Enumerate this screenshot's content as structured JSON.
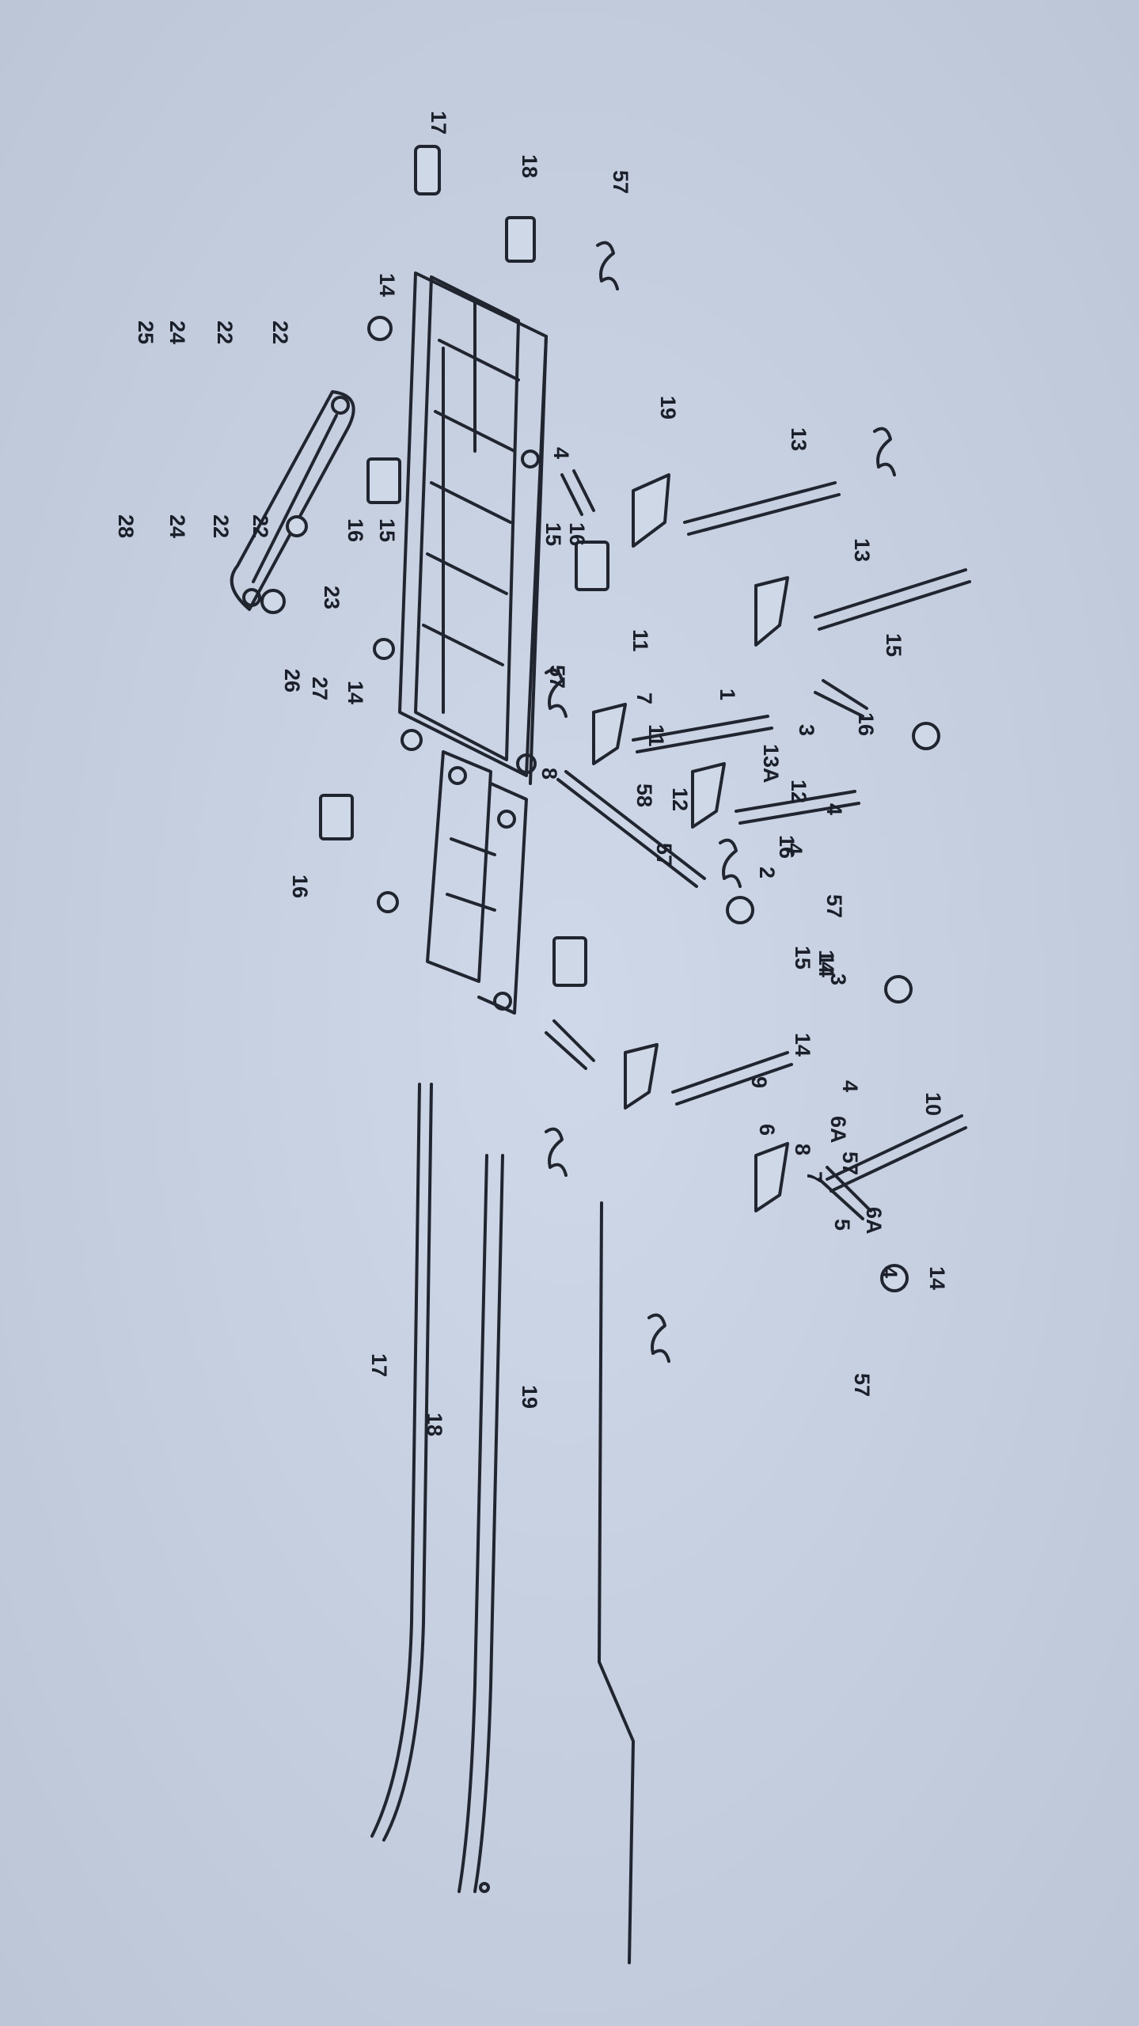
{
  "figure": {
    "labels": [
      "17",
      "18",
      "57",
      "25",
      "24",
      "22",
      "22",
      "14",
      "28",
      "24",
      "22",
      "22",
      "23",
      "16",
      "15",
      "4",
      "15",
      "16",
      "19",
      "57",
      "13",
      "26",
      "27",
      "14",
      "11",
      "8",
      "7",
      "13",
      "12",
      "57",
      "1",
      "11",
      "16",
      "15",
      "3",
      "13A",
      "12",
      "4",
      "14",
      "16",
      "14",
      "3",
      "58",
      "4",
      "57",
      "14",
      "2",
      "16",
      "15",
      "9",
      "4",
      "6A",
      "6",
      "8",
      "7",
      "57",
      "10",
      "5",
      "6A",
      "4",
      "14",
      "57",
      "17",
      "18",
      "19"
    ]
  }
}
